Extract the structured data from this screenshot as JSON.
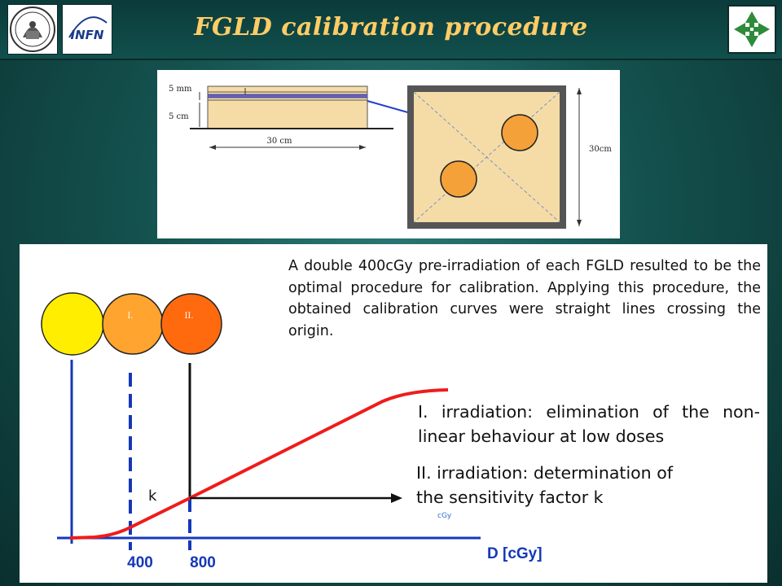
{
  "header": {
    "title": "FGLD calibration procedure",
    "logos": [
      "university-seal",
      "infn-logo",
      "compass-arrows-logo"
    ],
    "logo_text_infn": "INFN"
  },
  "schematic": {
    "label_5mm": "5 mm",
    "label_5cm": "5 cm",
    "label_30cm_width": "30 cm",
    "label_30cm_height": "30cm"
  },
  "description": "A double 400cGy pre-irradiation of each FGLD resulted to be the optimal procedure for calibration. Applying this procedure, the obtained calibration curves were straight lines crossing the origin.",
  "circles": [
    {
      "label": "",
      "color": "#ffee00"
    },
    {
      "label": "I.",
      "color": "#ffa42e"
    },
    {
      "label": "II.",
      "color": "#ff6a0f"
    }
  ],
  "graph": {
    "k_label": "k",
    "tick_400": "400",
    "tick_800": "800",
    "axis_label": "D [cGy]",
    "unit_small": "cGy",
    "curve_color": "#ee1c1c",
    "axis_color": "#1538b8"
  },
  "notes": {
    "irradiation_1": "I.   irradiation: elimination of the non-linear behaviour at low doses",
    "irradiation_2_line1": "II. irradiation: determination of",
    "irradiation_2_line2": "the sensitivity factor k"
  }
}
